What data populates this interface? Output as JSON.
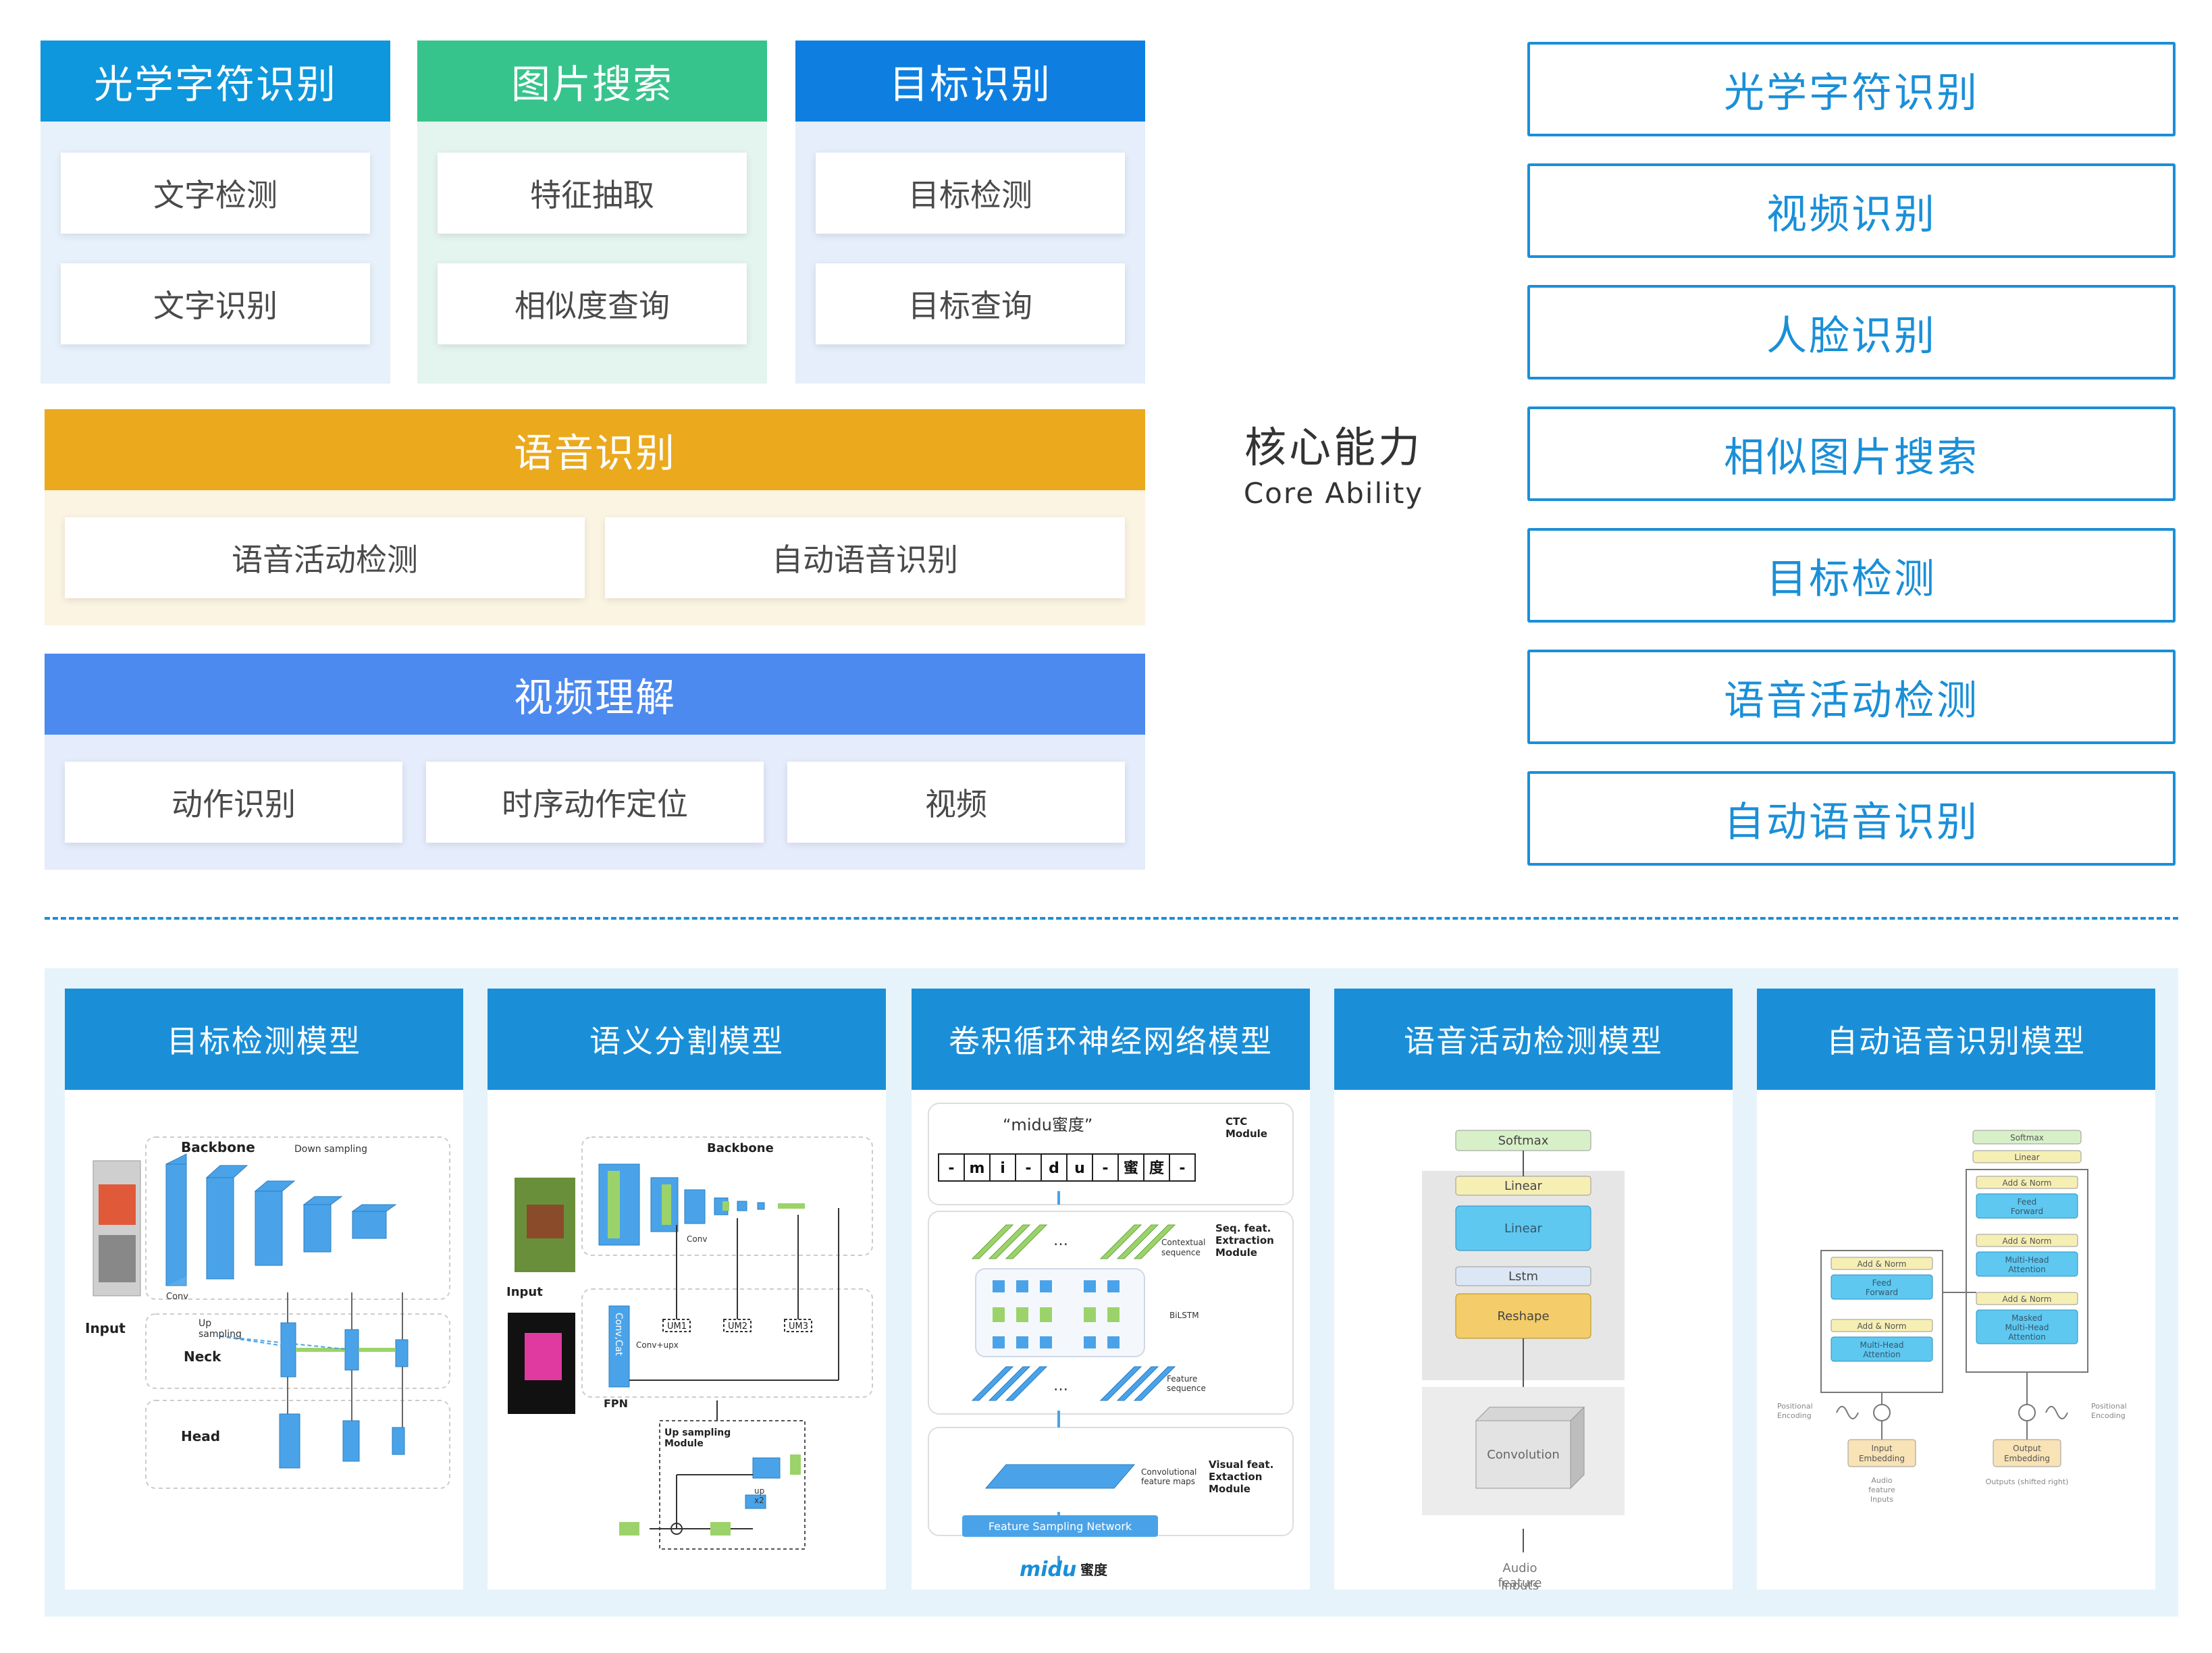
{
  "colors": {
    "ocr": "#0e97dc",
    "image_search": "#36c48c",
    "object": "#0e7fe0",
    "speech": "#eba91d",
    "video": "#4d8af0",
    "accent": "#1a8fd8"
  },
  "groups": {
    "ocr": {
      "title": "光学字符识别",
      "items": [
        "文字检测",
        "文字识别"
      ]
    },
    "image_search": {
      "title": "图片搜索",
      "items": [
        "特征抽取",
        "相似度查询"
      ]
    },
    "object": {
      "title": "目标识别",
      "items": [
        "目标检测",
        "目标查询"
      ]
    },
    "speech": {
      "title": "语音识别",
      "items": [
        "语音活动检测",
        "自动语音识别"
      ]
    },
    "video": {
      "title": "视频理解",
      "items": [
        "动作识别",
        "时序动作定位",
        "视频"
      ]
    }
  },
  "core": {
    "title": "核心能力",
    "subtitle": "Core Ability"
  },
  "abilities": [
    "光学字符识别",
    "视频识别",
    "人脸识别",
    "相似图片搜索",
    "目标检测",
    "语音活动检测",
    "自动语音识别"
  ],
  "models": [
    {
      "title": "目标检测模型",
      "labels": {
        "backbone": "Backbone",
        "down": "Down sampling",
        "input": "Input",
        "conv": "Conv",
        "up": "Up",
        "sampling": "sampling",
        "neck": "Neck",
        "head": "Head"
      }
    },
    {
      "title": "语义分割模型",
      "labels": {
        "backbone": "Backbone",
        "input": "Input",
        "conv": "Conv",
        "um1": "UM1",
        "um2": "UM2",
        "um3": "UM3",
        "convcat": "Conv,Cat",
        "fpn": "FPN",
        "upsampling": "Up sampling",
        "module": "Module",
        "conv_upx": "Conv+upx",
        "up": "up",
        "x2": "x2"
      }
    },
    {
      "title": "卷积循环神经网络模型",
      "labels": {
        "quote": "“midu蜜度”",
        "ctc": "CTC",
        "module": "Module",
        "seq_feat": "Seq. feat.",
        "extraction": "Extraction",
        "contextual": "Contextual",
        "sequence": "sequence",
        "bilstm": "BiLSTM",
        "feature": "Feature",
        "visual_feat": "Visual feat.",
        "extaction": "Extaction",
        "conv_maps": "Convolutional",
        "feature_maps": "feature maps",
        "fsn": "Feature Sampling Network",
        "logo": "midu",
        "logo_cn": "蜜度",
        "seq_chars": [
          "-",
          "m",
          "i",
          "-",
          "d",
          "u",
          "-",
          "蜜",
          "度",
          "-"
        ]
      }
    },
    {
      "title": "语音活动检测模型",
      "labels": {
        "softmax": "Softmax",
        "linear": "Linear",
        "lstm": "Lstm",
        "reshape": "Reshape",
        "convolution": "Convolution",
        "audio": "Audio",
        "feature": "feature",
        "inputs": "Inputs"
      }
    },
    {
      "title": "自动语音识别模型",
      "labels": {
        "softmax": "Softmax",
        "linear": "Linear",
        "add_norm": "Add & Norm",
        "feed": "Feed",
        "forward": "Forward",
        "multi_head": "Multi-Head",
        "attention": "Attention",
        "masked": "Masked",
        "positional": "Positional",
        "encoding": "Encoding",
        "input": "Input",
        "output": "Output",
        "embedding": "Embedding",
        "audio": "Audio",
        "feature": "feature",
        "inputs": "Inputs",
        "outputs_shifted": "Outputs (shifted right)"
      }
    }
  ]
}
